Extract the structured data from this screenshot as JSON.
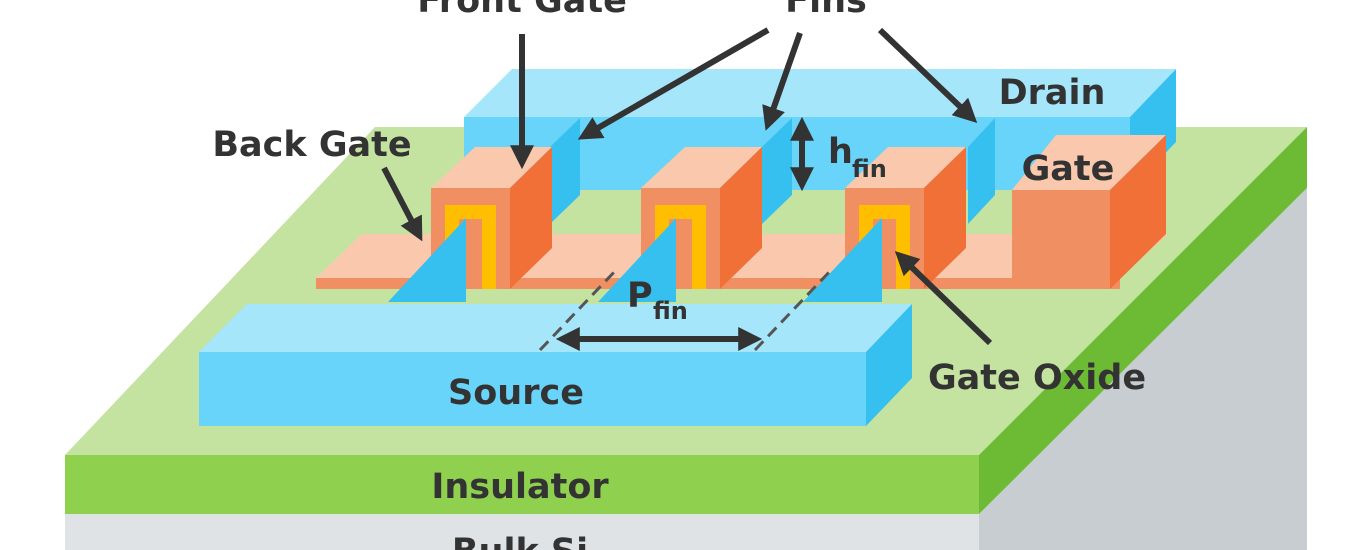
{
  "labels": {
    "front_gate": "Front Gate",
    "fins": "Fins",
    "drain": "Drain",
    "back_gate": "Back Gate",
    "h_fin_main": "h",
    "h_fin_sub": "fin",
    "gate": "Gate",
    "p_fin_main": "P",
    "p_fin_sub": "fin",
    "source": "Source",
    "gate_oxide": "Gate Oxide",
    "insulator": "Insulator",
    "bulk_si": "Bulk Si"
  },
  "colors": {
    "bulk_si_front": "#dfe3e6",
    "bulk_si_side": "#c8cdd2",
    "insulator_top": "#c4e3a1",
    "insulator_front": "#8fd14f",
    "insulator_side": "#6dbb35",
    "silicon_top": "#a6e6fb",
    "silicon_front": "#68d4f9",
    "silicon_side": "#35c0ef",
    "gate_top": "#f9c8ad",
    "gate_front": "#f08f62",
    "gate_side": "#f07038",
    "gate_oxide": "#ffbf00",
    "label_text": "#333333",
    "arrow": "#333333"
  }
}
